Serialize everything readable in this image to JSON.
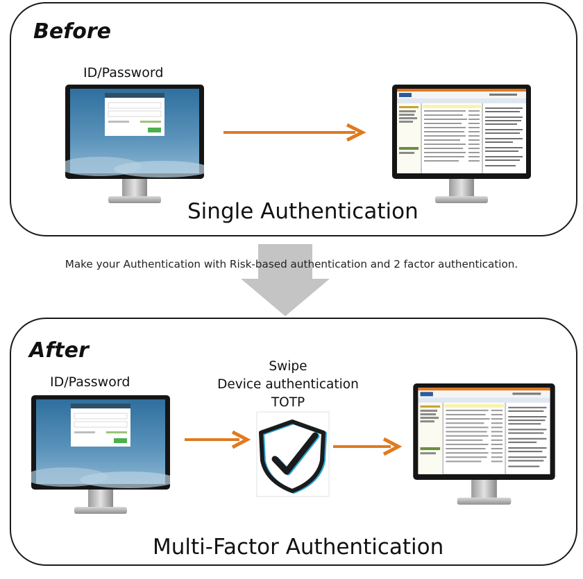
{
  "before": {
    "heading": "Before",
    "login_label": "ID/Password",
    "result_caption": "Single Authentication"
  },
  "transition_text": "Make your Authentication with Risk-based authentication and 2 factor authentication.",
  "after": {
    "heading": "After",
    "login_label": "ID/Password",
    "factors": [
      "Swipe",
      "Device authentication",
      "TOTP"
    ],
    "result_caption": "Multi-Factor Authentication"
  },
  "colors": {
    "arrow_orange": "#e07a20",
    "down_arrow_gray": "#c4c4c4",
    "panel_border": "#1a1a1a",
    "login_screen_blue": "#3f7aa3",
    "shield_dark": "#1b1b1b",
    "shield_glow": "#2aa8d8"
  },
  "icons": [
    "monitor-login-icon",
    "monitor-webmail-icon",
    "arrow-right-icon",
    "arrow-down-icon",
    "shield-check-icon"
  ]
}
